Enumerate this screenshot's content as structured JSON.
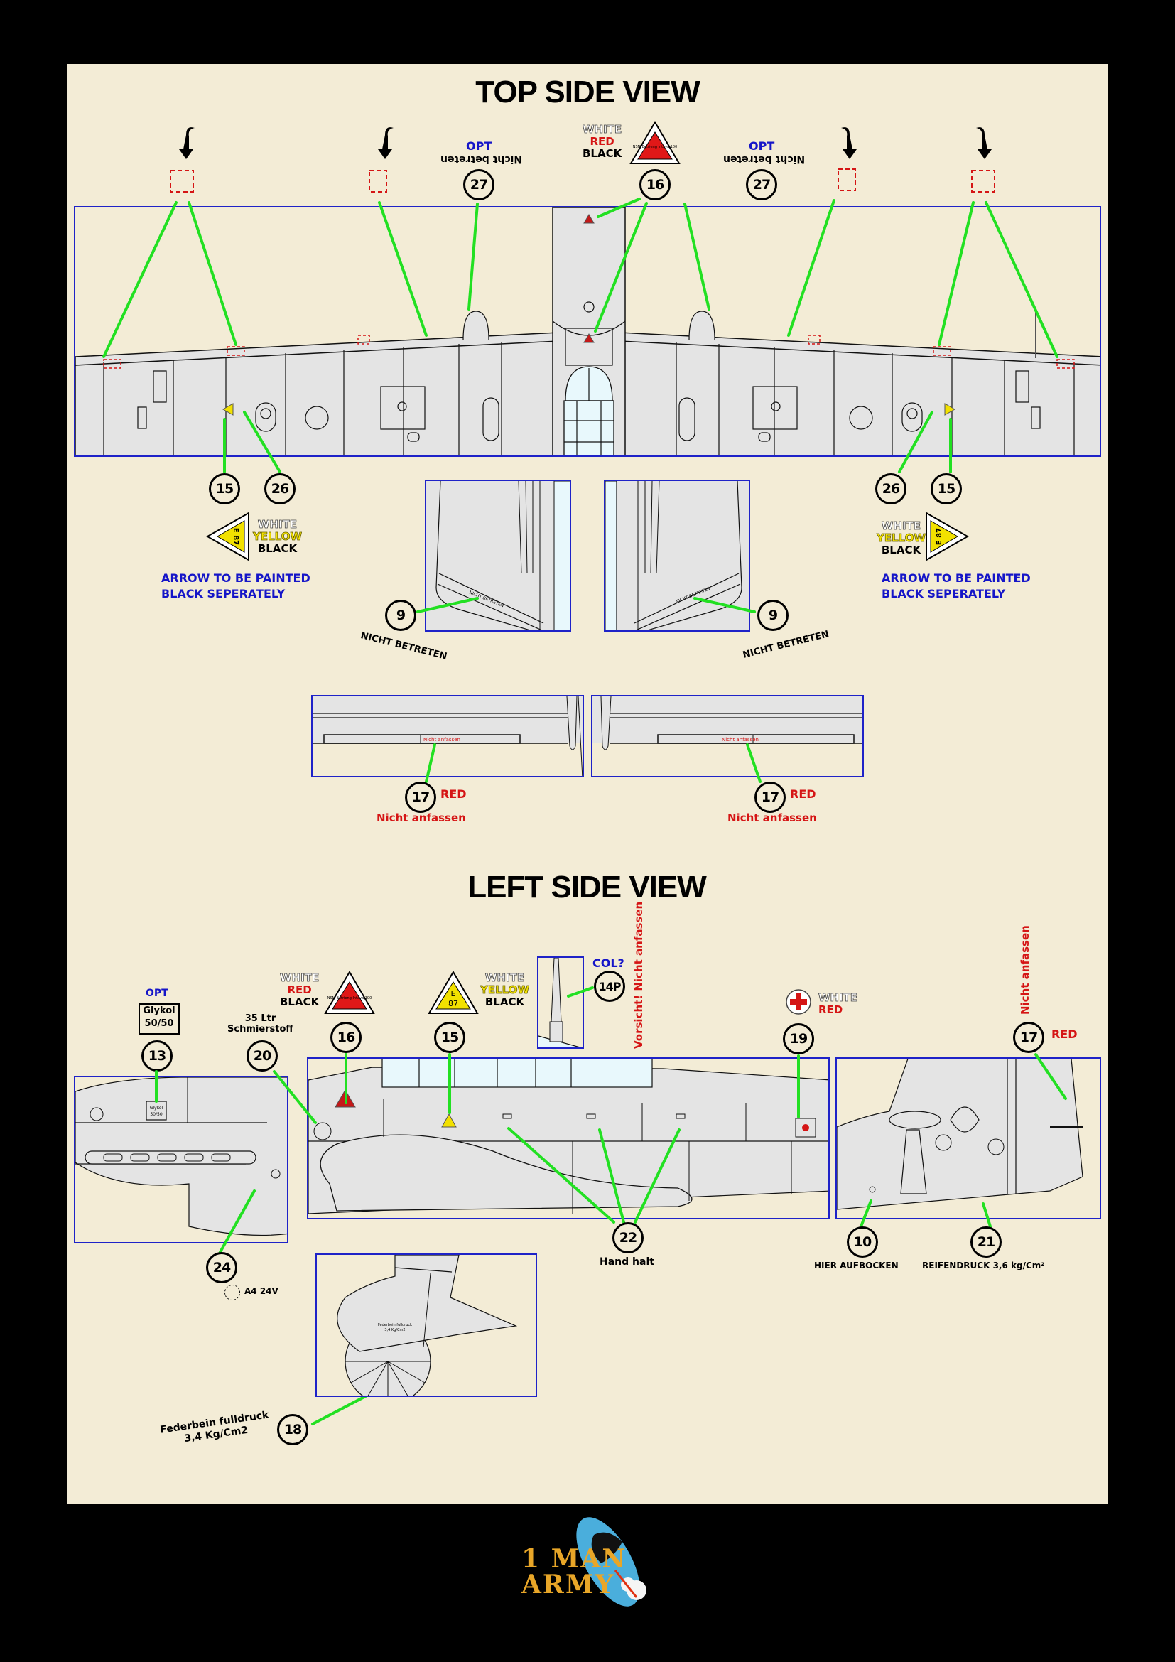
{
  "sheet": {
    "colors": {
      "background": "#000000",
      "paper": "#f3ecd6",
      "panel_border": "#1e22c8",
      "leader_line": "#22e022",
      "aircraft_fill": "#e4e4e4",
      "canopy_fill": "#e8f8fc",
      "red": "#d51515",
      "yellow": "#f2e100",
      "blue": "#1515c8"
    }
  },
  "top_view": {
    "title": "TOP SIDE VIEW",
    "opt_left": {
      "opt": "OPT",
      "text": "Nicht betreten",
      "callout": "27"
    },
    "opt_right": {
      "opt": "OPT",
      "text": "Nicht betreten",
      "callout": "27"
    },
    "legend_16": {
      "white": "WHITE",
      "red": "RED",
      "black": "BLACK",
      "callout": "16",
      "triangle_text": [
        "NSM",
        "Betrieng",
        "Intava 100"
      ]
    },
    "left_15": {
      "callout": "15"
    },
    "left_26": {
      "callout": "26"
    },
    "right_15": {
      "callout": "15"
    },
    "right_26": {
      "callout": "26"
    },
    "yellow_legend_left": {
      "white": "WHITE",
      "yellow": "YELLOW",
      "black": "BLACK",
      "triangle_text": [
        "E",
        "87"
      ]
    },
    "yellow_legend_right": {
      "white": "WHITE",
      "yellow": "YELLOW",
      "black": "BLACK",
      "triangle_text": [
        "E",
        "87"
      ]
    },
    "arrow_note_left": [
      "ARROW TO BE PAINTED",
      "BLACK SEPERATELY"
    ],
    "arrow_note_right": [
      "ARROW TO BE PAINTED",
      "BLACK SEPERATELY"
    ],
    "flap_left": {
      "callout": "9",
      "label": "NICHT BETRETEN",
      "stencil": "NICHT BETRETEN"
    },
    "flap_right": {
      "callout": "9",
      "label": "NICHT BETRETEN",
      "stencil": "NICHT BETRETEN"
    },
    "underwing_left": {
      "callout": "17",
      "color": "RED",
      "label": "Nicht anfassen",
      "stencil": "Nicht anfassen"
    },
    "underwing_right": {
      "callout": "17",
      "color": "RED",
      "label": "Nicht anfassen",
      "stencil": "Nicht anfassen"
    }
  },
  "side_view": {
    "title": "LEFT SIDE VIEW",
    "item_13": {
      "opt": "OPT",
      "box": [
        "Glykol",
        "50/50"
      ],
      "callout": "13"
    },
    "item_20": {
      "label": [
        "35 Ltr",
        "Schmierstoff"
      ],
      "callout": "20"
    },
    "item_16": {
      "white": "WHITE",
      "red": "RED",
      "black": "BLACK",
      "callout": "16",
      "triangle_text": [
        "NSM",
        "Betrieng",
        "Intava 100"
      ]
    },
    "item_15": {
      "white": "WHITE",
      "yellow": "YELLOW",
      "black": "BLACK",
      "callout": "15",
      "triangle_text": [
        "E",
        "87"
      ]
    },
    "item_14p": {
      "col": "COL?",
      "callout": "14P",
      "vertical": "Vorsicht! Nicht anfassen"
    },
    "item_19": {
      "white": "WHITE",
      "red": "RED",
      "callout": "19"
    },
    "item_17": {
      "vertical": "Nicht anfassen",
      "callout": "17",
      "color": "RED"
    },
    "item_24": {
      "callout": "24",
      "label": "A4 24V"
    },
    "item_22": {
      "callout": "22",
      "label": "Hand halt"
    },
    "item_10": {
      "callout": "10",
      "label": "HIER AUFBOCKEN"
    },
    "item_21": {
      "callout": "21",
      "label": "REIFENDRUCK 3,6 kg/Cm²"
    },
    "item_18": {
      "callout": "18",
      "label": [
        "Federbein fulldruck",
        "3,4 Kg/Cm2"
      ],
      "stencil": [
        "Federbein fulldruck",
        "3,4 Kg/Cm2"
      ]
    },
    "nose_stencil": [
      "Glykol",
      "50/50"
    ]
  },
  "logo": {
    "line1": "1 MAN",
    "line2": "ARMY"
  }
}
